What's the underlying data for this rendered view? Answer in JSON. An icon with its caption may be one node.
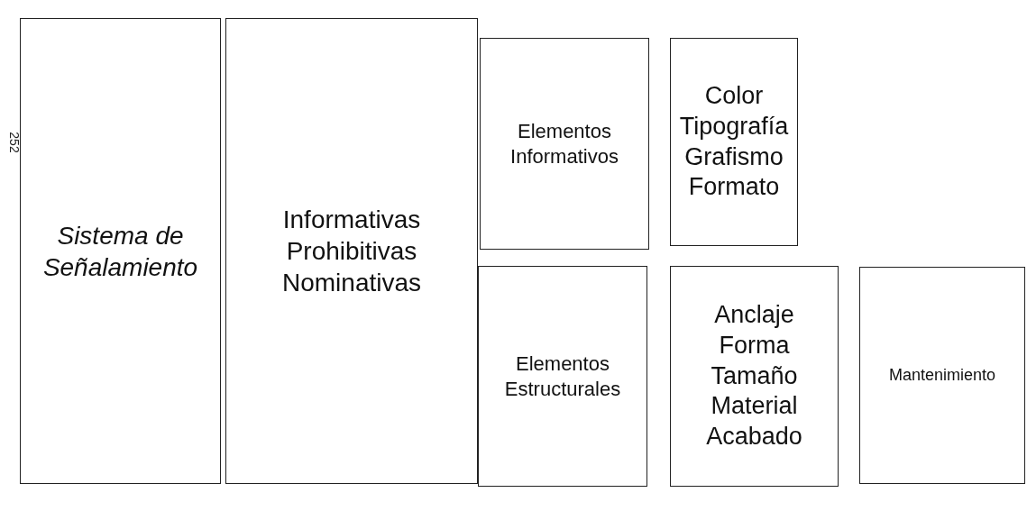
{
  "diagram": {
    "nodes": [
      {
        "text": [
          "Sistema de Señalamiento"
        ]
      },
      {
        "text": [
          "Informativas",
          "Prohibitivas",
          "Nominativas"
        ]
      },
      {
        "text": [
          "Elementos Informativos"
        ]
      },
      {
        "text": [
          "Color",
          "Tipografía",
          "Grafismo",
          "Formato"
        ]
      },
      {
        "text": [
          "Elementos Estructurales"
        ]
      },
      {
        "text": [
          "Anclaje",
          "Forma",
          "Tamaño",
          "Material",
          "Acabado"
        ]
      },
      {
        "text": [
          "Mantenimiento"
        ]
      }
    ],
    "edges": [],
    "labels": [
      "252"
    ]
  }
}
